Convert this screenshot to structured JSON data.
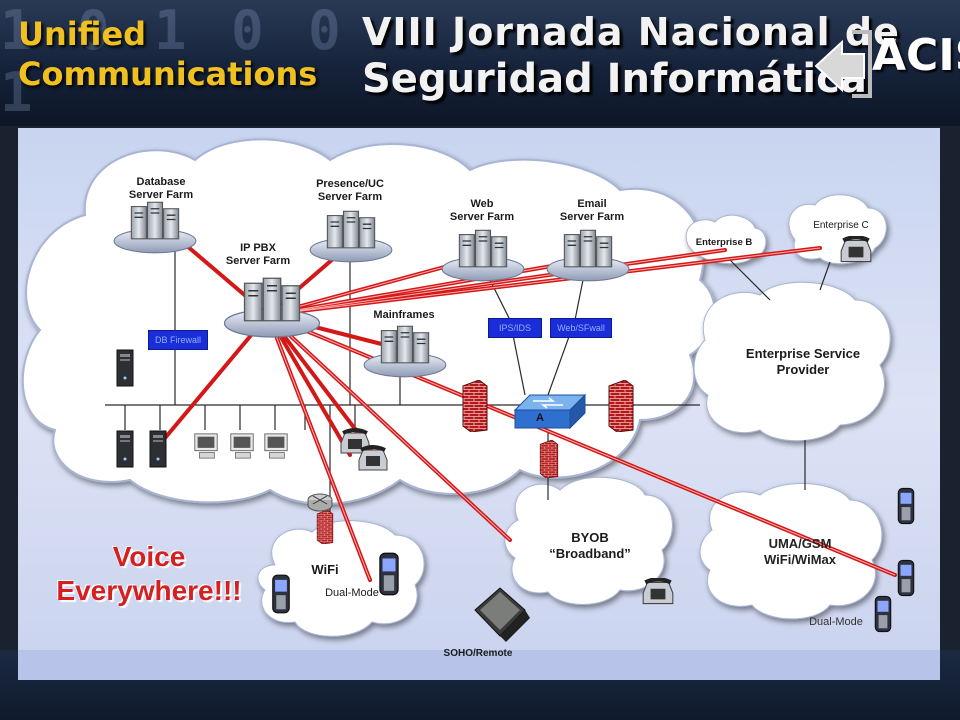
{
  "header": {
    "unified_title": "Unified\nCommunications",
    "event_title_line1": "VIII Jornada Nacional de",
    "event_title_line2": "Seguridad Informática",
    "logo_text": "ACIS"
  },
  "nodes": {
    "database": "Database\nServer Farm",
    "presence": "Presence/UC\nServer Farm",
    "web": "Web\nServer Farm",
    "email": "Email\nServer Farm",
    "ippbx": "IP PBX\nServer Farm",
    "mainframes": "Mainframes",
    "enterprise_b": "Enterprise B",
    "enterprise_c": "Enterprise C",
    "esp": "Enterprise Service\nProvider",
    "byob": "BYOB\n“Broadband”",
    "uma": "UMA/GSM\nWiFi/WiMax",
    "wifi": "WiFi",
    "dual_mode_wifi": "Dual-Mode",
    "dual_mode_uma": "Dual-Mode",
    "soho": "SOHO/Remote"
  },
  "boxes": {
    "db_firewall": "DB Firewall",
    "ips_ids": "IPS/IDS",
    "web_firewall": "Web/SFwall"
  },
  "switch_label": "A",
  "slogan": "Voice\nEverywhere!!!",
  "colors": {
    "cloud": "#ffffff",
    "red_link": "#d41818",
    "slogan": "#d42020",
    "title_gold": "#f0c020",
    "box_blue": "#1a2dd8"
  }
}
